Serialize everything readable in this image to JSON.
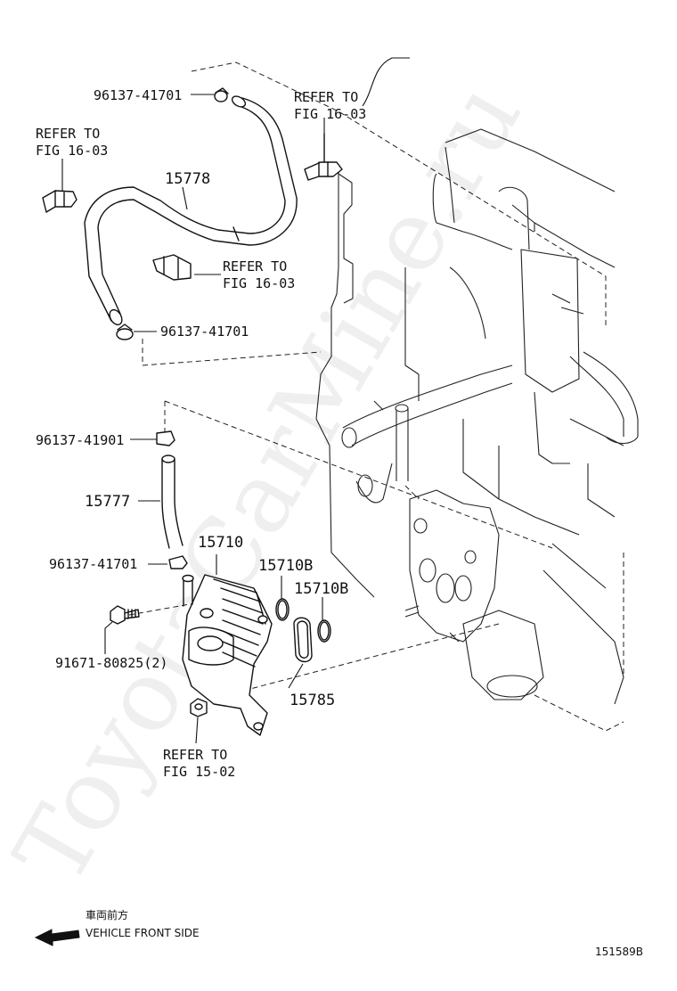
{
  "watermark": "ToyotaCarMine.ru",
  "callouts": {
    "clamp_top": "96137-41701",
    "refer_top_right_1": "REFER TO",
    "refer_top_right_2": "FIG 16-03",
    "refer_left_1": "REFER TO",
    "refer_left_2": "FIG 16-03",
    "hose_15778": "15778",
    "refer_mid_1": "REFER TO",
    "refer_mid_2": "FIG 16-03",
    "clamp_mid": "96137-41701",
    "clamp_41901": "96137-41901",
    "hose_15777": "15777",
    "cooler_15710": "15710",
    "clamp_lower": "96137-41701",
    "oring_a": "15710B",
    "oring_b": "15710B",
    "bolt": "91671-80825(2)",
    "gasket_15785": "15785",
    "refer_bottom_1": "REFER TO",
    "refer_bottom_2": "FIG 15-02"
  },
  "footer": {
    "front_jp": "車両前方",
    "front_en": "VEHICLE FRONT SIDE",
    "diagram_id": "151589B"
  }
}
